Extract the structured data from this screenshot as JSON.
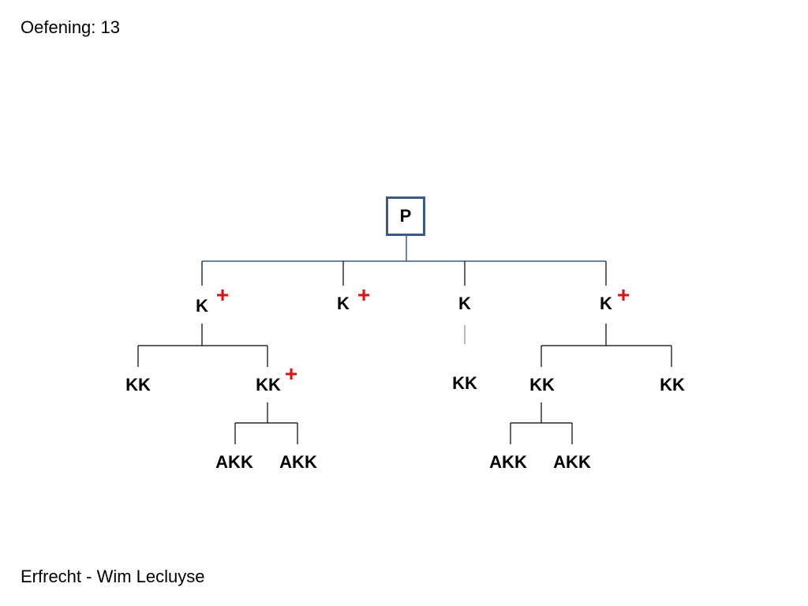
{
  "title": "Oefening: 13",
  "footer": "Erfrecht - Wim Lecluyse",
  "colors": {
    "root_border": "#3b5a8c",
    "plus": "#e01010",
    "line": "#000000",
    "top_line": "#3b5a8c"
  },
  "tree": {
    "root": "P",
    "children": [
      {
        "label": "K",
        "plus": "+",
        "children": [
          {
            "label": "KK"
          },
          {
            "label": "KK",
            "plus": "+",
            "children": [
              {
                "label": "AKK"
              },
              {
                "label": "AKK"
              }
            ]
          }
        ]
      },
      {
        "label": "K",
        "plus": "+"
      },
      {
        "label": "K",
        "children": [
          {
            "label": "KK"
          }
        ]
      },
      {
        "label": "K",
        "plus": "+",
        "children": [
          {
            "label": "KK",
            "children": [
              {
                "label": "AKK"
              },
              {
                "label": "AKK"
              }
            ]
          },
          {
            "label": "KK"
          }
        ]
      }
    ]
  }
}
